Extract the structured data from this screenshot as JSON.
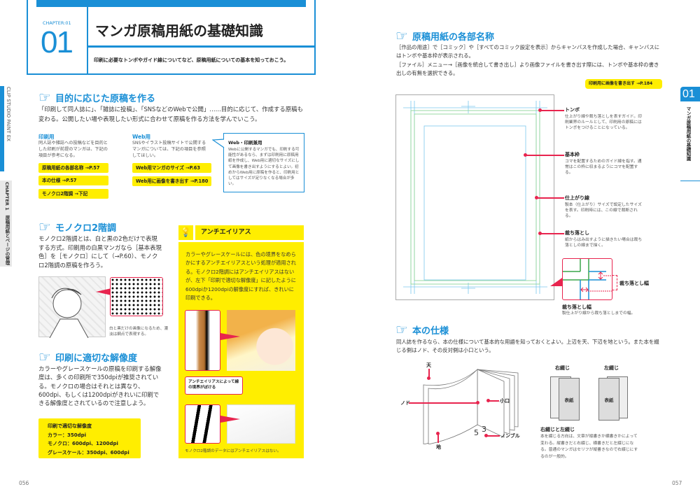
{
  "left_page": {
    "chapter": {
      "label": "CHAPTER:01",
      "number": "01",
      "title": "マンガ原稿用紙の基礎知識",
      "subtitle": "印刷に必要なトンボやガイド線についてなど、原稿用紙についての基本を知っておこう。"
    },
    "spine": {
      "product": "CLIP STUDIO PAINT EX",
      "chapter": "CHAPTER 1　原稿用紙とページの管理"
    },
    "section1": {
      "heading": "目的に応じた原稿を作る",
      "body": "「印刷して同人誌に」、「雑誌に投稿」、「SNSなどのWebで公開」……目的に応じて、作成する原稿も変わる。公開したい場や表現したい形式に合わせて原稿を作る方法を学んでいこう。",
      "print": {
        "title": "印刷用",
        "desc": "同人誌や雑誌への投稿などを目的とした印刷が前提のマンガは、下記の項目が参考になる。",
        "links": [
          "原稿用紙の各部名称 →P.57",
          "本の仕様 →P.57",
          "モノクロ2階調 →下記"
        ]
      },
      "web": {
        "title": "Web用",
        "desc": "SNSやイラスト投稿サイトで公開するマンガについては、下記の項目を参照してほしい。",
        "links": [
          "Web用マンガのサイズ →P.63",
          "Web用に画像を書き出す →P.180"
        ]
      },
      "callout": {
        "title": "Web・印刷兼用",
        "body": "Webに公開するマンガでも、印刷する可能性があるなら、まずは印刷用に原稿用紙を作成し、Web用に適切なサイズにして画像を書き出すようにするとよい。初めからWeb用に原稿を作ると、印刷用としてはサイズが足りなくなる場合が多い。"
      }
    },
    "section2": {
      "heading": "モノクロ2階調",
      "body": "モノクロ2階調とは、白と黒の2色だけで表現する方式。印刷用の白黒マンガなら［基本表現色］を［モノクロ］にして（→P.60）、モノクロ2階調の原稿を作ろう。",
      "caption": "白と黒だけの画像になるため、濃淡は網点で表現する。"
    },
    "section3": {
      "heading": "印刷に適切な解像度",
      "body": "カラーやグレースケールの原稿を印刷する解像度は、多くの印刷所で350dpiが推奨されている。モノクロの場合はそれとは異なり、600dpi、もしくは1200dpiがきれいに印刷できる解像度とされているので注意しよう。",
      "box": {
        "title": "印刷で適切な解像度",
        "lines": [
          "カラー：350dpi",
          "モノクロ：600dpi、1200dpi",
          "グレースケール：350dpi、600dpi"
        ]
      }
    },
    "tip": {
      "title": "アンチエイリアス",
      "body": "カラーやグレースケールには、色の境界をなめらかにするアンチエイリアスという処理が適用される。モノクロ2階調にはアンチエイリアスはないが、左下「印刷で適切な解像度」に記したように600dpiか1200dpiの解像度にすれば、きれいに印刷できる。",
      "label": "アンチエイリアスによって線の境界がぼける",
      "caption": "モノクロ2階調のデータにはアンチエイリアスはない。"
    },
    "page_number": "056"
  },
  "right_page": {
    "section1": {
      "heading": "原稿用紙の各部名称",
      "body1": "［作品の用途］で［コミック］や［すべてのコミック設定を表示］からキャンバスを作成した場合、キャンバスにはトンボや基本枠が表示される。",
      "body2": "［ファイル］メニュー→［画像を統合して書き出し］より画像ファイルを書き出す際には、トンボや基本枠の書き出しの有無を選択できる。",
      "link": "印刷用に画像を書き出す →P.184",
      "parts": [
        {
          "name": "トンボ",
          "desc": "仕上がり線や裁ち落としを表すガイド。印刷業界のルールとして、印刷用の原稿にはトンボをつけることになっている。"
        },
        {
          "name": "基本枠",
          "desc": "コマを配置するためのガイド線を指す。通常はこの枠に収まるようにコマを配置する。"
        },
        {
          "name": "仕上がり線",
          "desc": "製本（仕上がり）サイズで設定したサイズを表す。印刷時には、この線で裁断される。"
        },
        {
          "name": "裁ち落とし",
          "desc": "紙からはみ出すように描きたい場合は裁ち落としの線まで描く。"
        }
      ],
      "bleed_label": "裁ち落とし幅",
      "bleed": {
        "name": "裁ち落とし幅",
        "desc": "製仕上がり線から裁ち落としまでの幅。"
      }
    },
    "section2": {
      "heading": "本の仕様",
      "body": "同人誌を作るなら、本の仕様について基本的な用語を知っておくとよい。上辺を天、下辺を地という。また本を綴じる側はノド、その反対側は小口という。",
      "book_labels": {
        "top": "天",
        "gutter": "ノド",
        "edge": "小口",
        "bottom": "地",
        "folio": "ノンブル",
        "p5": "5",
        "p3": "3"
      },
      "binding": {
        "right": "右綴じ",
        "left": "左綴じ",
        "cover": "表紙",
        "title": "右綴じと左綴じ",
        "desc": "本を綴じる方向は、文章が縦書きか横書きかによって変わる。縦書きだと右綴じ、横書きだと左綴じになる。普通のマンガはセリフが縦書きなので右綴じにするのが一般的。"
      }
    },
    "tab": {
      "number": "01",
      "title": "マンガ原稿用紙の基礎知識"
    },
    "page_number": "057"
  },
  "colors": {
    "blue": "#1a8fd6",
    "yellow": "#ffee00",
    "red": "#e8244e",
    "green": "#8fd49a"
  }
}
